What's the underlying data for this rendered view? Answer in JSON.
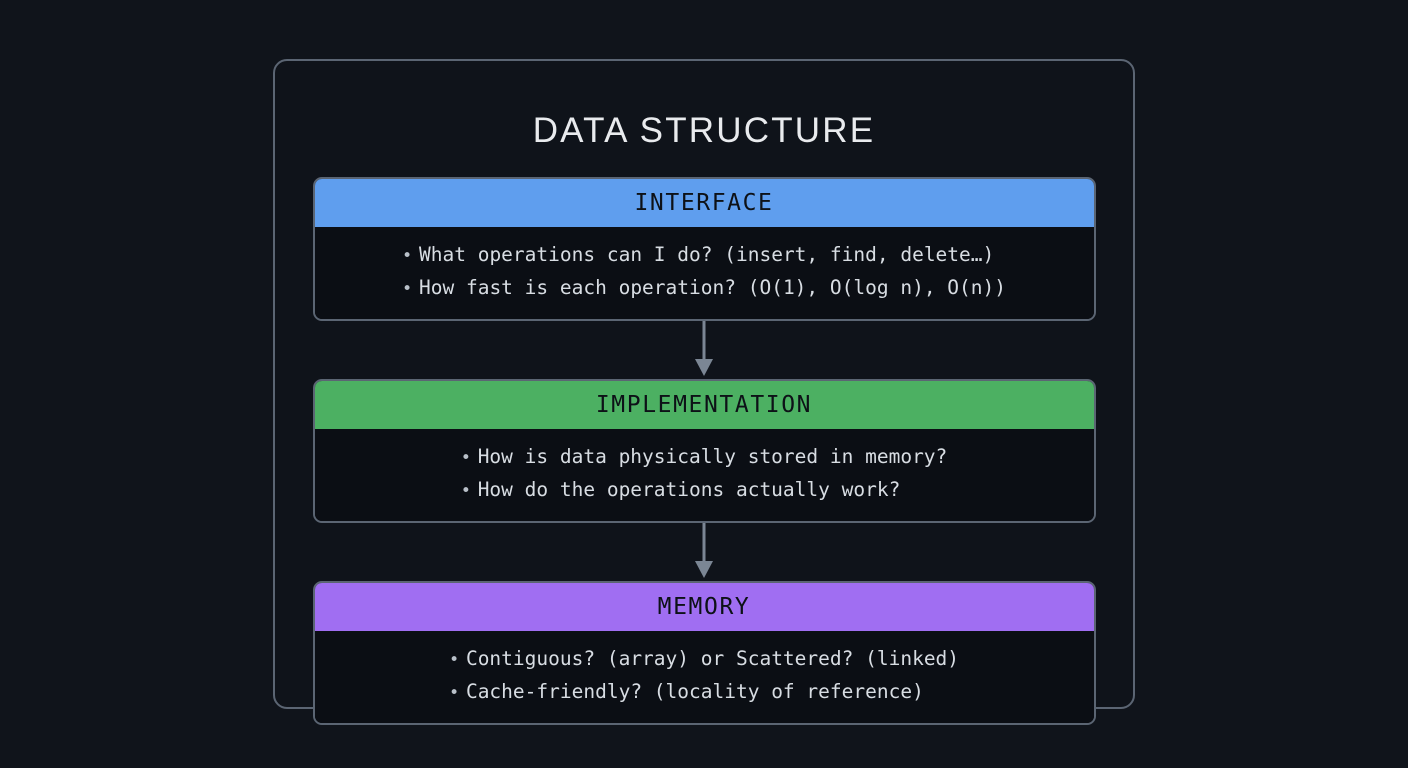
{
  "diagram": {
    "title": "DATA STRUCTURE",
    "background_color": "#10141b",
    "frame_border_color": "#5b6573",
    "body_text_color": "#d8dde3",
    "arrow_color": "#7b8694",
    "layers": [
      {
        "name": "interface",
        "header": "INTERFACE",
        "header_color": "#5f9eee",
        "bullets": [
          "What operations can I do? (insert, find, delete…)",
          "How fast is each operation? (O(1), O(log n), O(n))"
        ]
      },
      {
        "name": "implementation",
        "header": "IMPLEMENTATION",
        "header_color": "#4cb062",
        "bullets": [
          "How is data physically stored in memory?",
          "How do the operations actually work?"
        ]
      },
      {
        "name": "memory",
        "header": "MEMORY",
        "header_color": "#a06ef2",
        "bullets": [
          "Contiguous? (array) or Scattered? (linked)",
          "Cache-friendly? (locality of reference)"
        ]
      }
    ],
    "bullet_glyph": "•",
    "arrows": [
      {
        "name": "arrow-interface-to-implementation"
      },
      {
        "name": "arrow-implementation-to-memory"
      }
    ]
  }
}
